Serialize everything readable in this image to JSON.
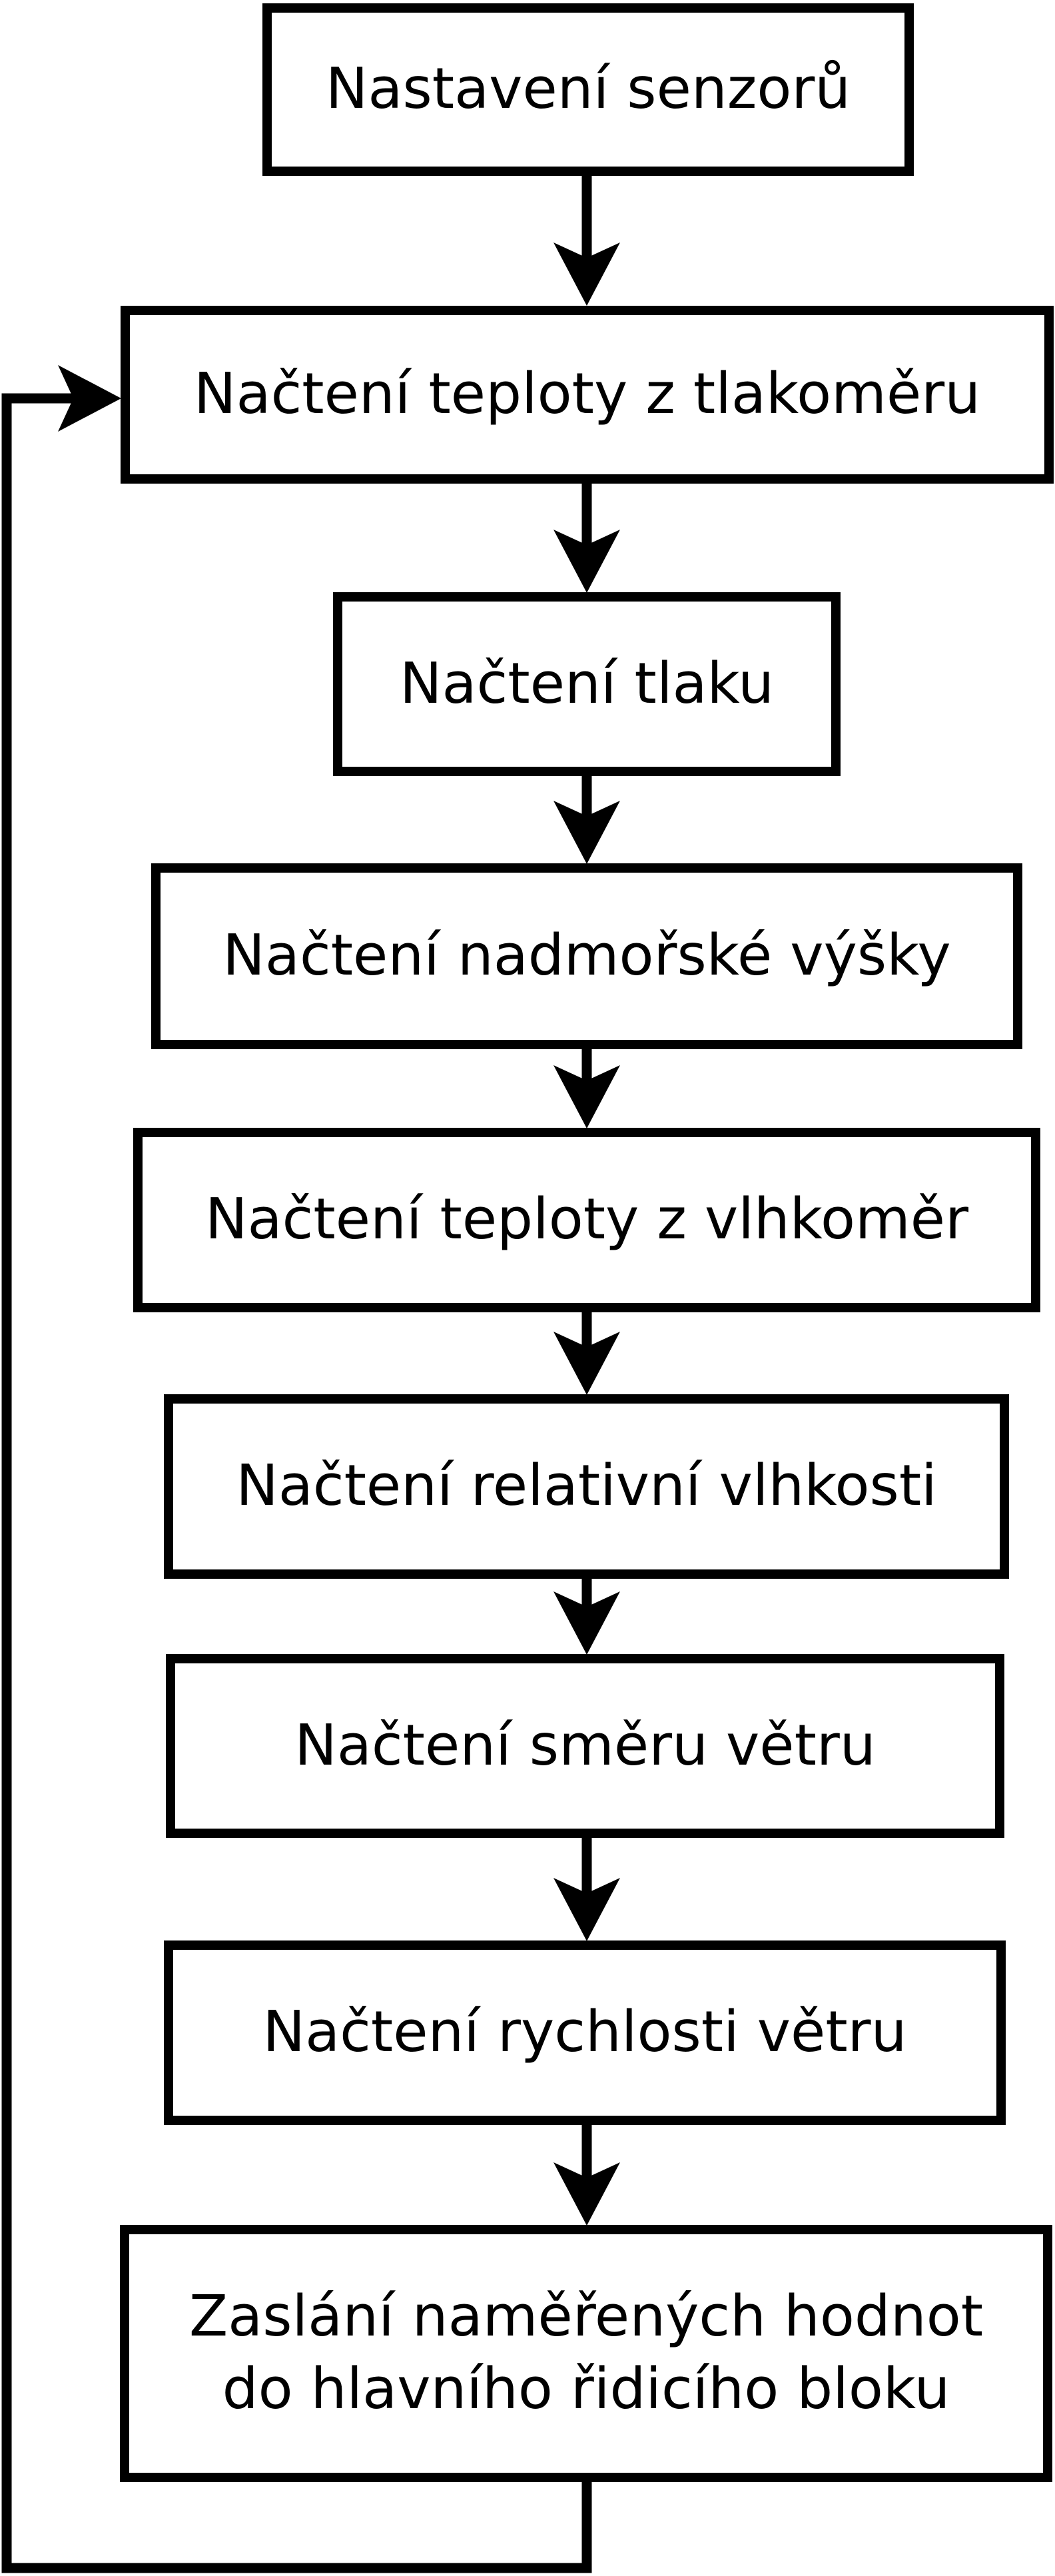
{
  "diagram": {
    "colors": {
      "background": "#ffffff",
      "line": "#000000",
      "box_fill": "#ffffff",
      "text": "#000000"
    },
    "nodes": [
      {
        "id": "node-1",
        "label": "Nastavení senzorů"
      },
      {
        "id": "node-2",
        "label": "Načtení teploty z tlakoměru"
      },
      {
        "id": "node-3",
        "label": "Načtení tlaku"
      },
      {
        "id": "node-4",
        "label": "Načtení nadmořské výšky"
      },
      {
        "id": "node-5",
        "label": "Načtení teploty z vlhkoměr"
      },
      {
        "id": "node-6",
        "label": "Načtení relativní vlhkosti"
      },
      {
        "id": "node-7",
        "label": "Načtení směru větru"
      },
      {
        "id": "node-8",
        "label": "Načtení rychlosti větru"
      },
      {
        "id": "node-9",
        "label": "Zaslání naměřených hodnot do hlavního řidicího bloku",
        "lines": [
          "Zaslání naměřených hodnot",
          "do hlavního řidicího bloku"
        ]
      }
    ],
    "edges": [
      {
        "from": "node-1",
        "to": "node-2",
        "type": "down-arrow"
      },
      {
        "from": "node-2",
        "to": "node-3",
        "type": "down-arrow"
      },
      {
        "from": "node-3",
        "to": "node-4",
        "type": "down-arrow"
      },
      {
        "from": "node-4",
        "to": "node-5",
        "type": "down-arrow"
      },
      {
        "from": "node-5",
        "to": "node-6",
        "type": "down-arrow"
      },
      {
        "from": "node-6",
        "to": "node-7",
        "type": "down-arrow"
      },
      {
        "from": "node-7",
        "to": "node-8",
        "type": "down-arrow"
      },
      {
        "from": "node-8",
        "to": "node-9",
        "type": "down-arrow"
      },
      {
        "from": "node-9",
        "to": "node-2",
        "type": "loop-back-arrow"
      }
    ]
  }
}
